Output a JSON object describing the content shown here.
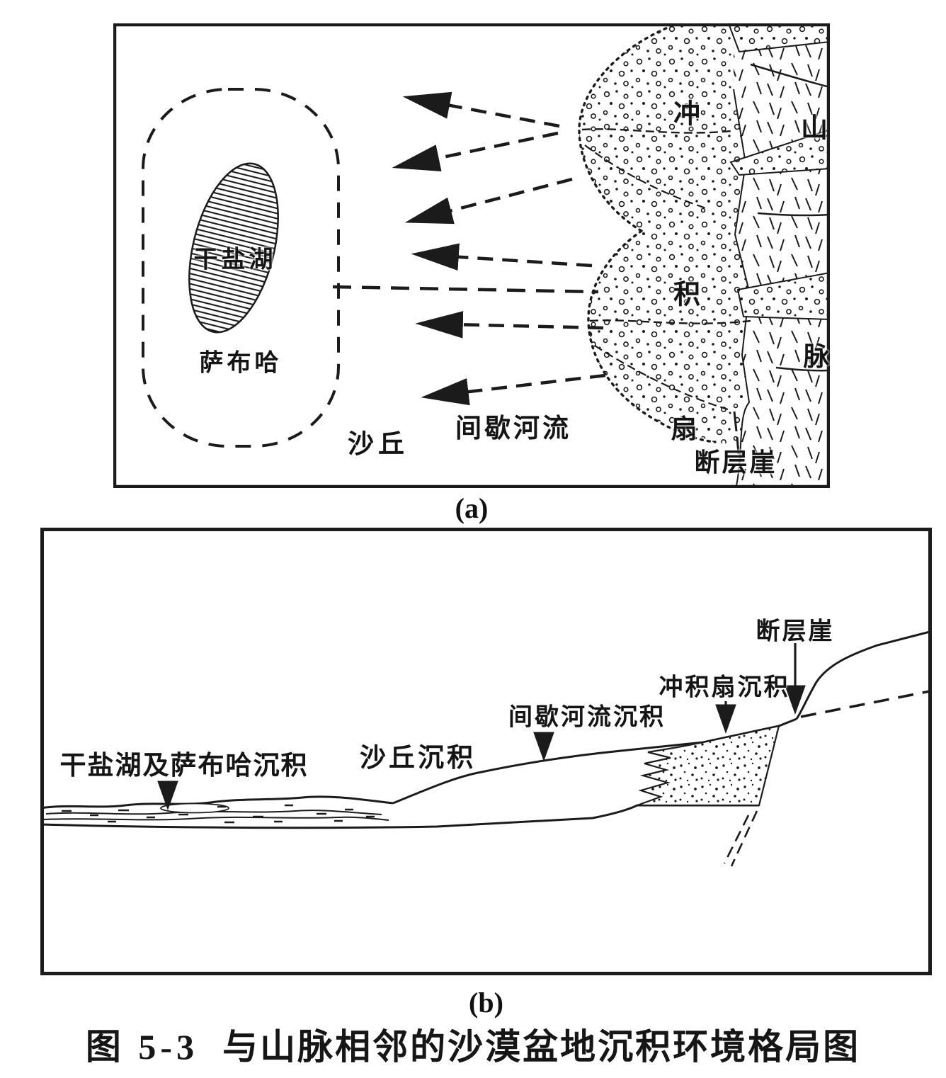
{
  "colors": {
    "ink": "#1b1b1b",
    "paper": "#ffffff"
  },
  "panel_a": {
    "tag": "(a)",
    "labels": {
      "dry_salt_lake": "干盐湖",
      "sabkha": "萨布哈",
      "sand_dunes": "沙丘",
      "intermittent_river": "间歇河流",
      "alluvial_char_1": "冲",
      "alluvial_char_2": "积",
      "alluvial_char_3": "扇",
      "mountain_char_1": "山",
      "mountain_char_2": "脉",
      "fault_scarp": "断层崖"
    }
  },
  "panel_b": {
    "tag": "(b)",
    "labels": {
      "playa_sabkha_deposits": "干盐湖及萨布哈沉积",
      "dune_deposits": "沙丘沉积",
      "river_deposits": "间歇河流沉积",
      "fan_deposits": "冲积扇沉积",
      "fault_scarp": "断层崖"
    }
  },
  "caption": {
    "number": "图 5-3",
    "title": "与山脉相邻的沙漠盆地沉积环境格局图"
  }
}
